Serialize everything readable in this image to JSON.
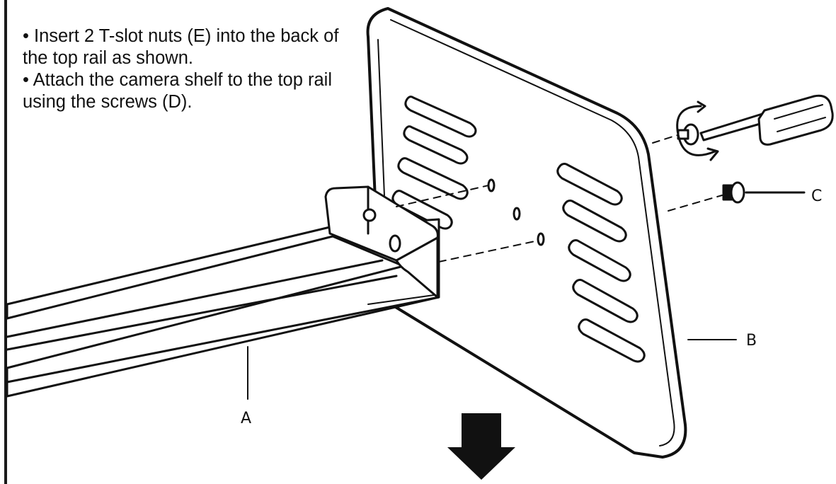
{
  "instructions": [
    "• Insert 2 T-slot nuts (E) into the back of the top rail as shown.",
    "• Attach the camera shelf to the top rail using the screws (D)."
  ],
  "callouts": {
    "a": "A",
    "b": "B",
    "c": "C"
  },
  "colors": {
    "ink": "#111111",
    "paper": "#ffffff"
  }
}
